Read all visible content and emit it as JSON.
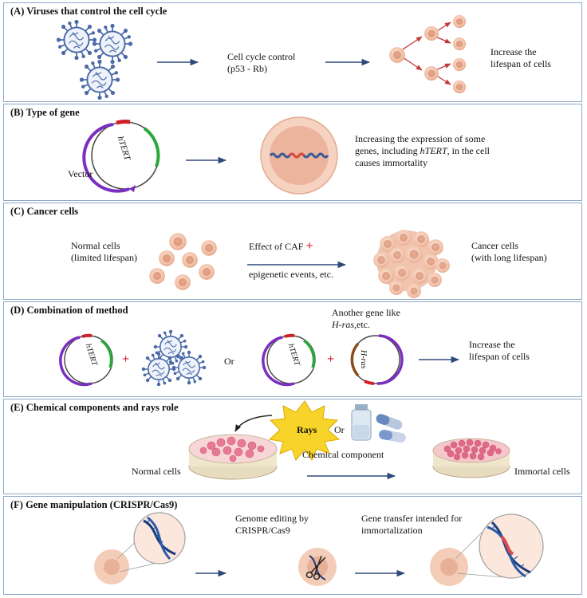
{
  "panels": {
    "a": {
      "title": "(A) Viruses that control the cell cycle",
      "control_line1": "Cell cycle control",
      "control_line2": "(p53 - Rb)",
      "result_line1": "Increase the",
      "result_line2": "lifespan of cells"
    },
    "b": {
      "title": "(B) Type of gene",
      "gene_label": "hTERT",
      "vector_label": "Vector",
      "desc_line1": "Increasing the expression of some",
      "desc_line2_pre": "genes, including ",
      "desc_line2_gene": "hTERT",
      "desc_line2_post": ", in the cell",
      "desc_line3": "causes immortality"
    },
    "c": {
      "title": "(C) Cancer cells",
      "normal_line1": "Normal cells",
      "normal_line2": "(limited lifespan)",
      "effect_label": "Effect of CAF",
      "plus": "+",
      "epigenetic_label": "epigenetic events, etc.",
      "cancer_line1": "Cancer cells",
      "cancer_line2": "(with long lifespan)"
    },
    "d": {
      "title": "(D) Combination of method",
      "gene_label": "hTERT",
      "plus": "+",
      "or_label": "Or",
      "another_line1": "Another gene like",
      "another_gene": "H-ras",
      "another_suffix": ",etc.",
      "hras_label": "H-ras",
      "result_line1": "Increase the",
      "result_line2": "lifespan of cells"
    },
    "e": {
      "title": "(E) Chemical components and rays role",
      "rays_label": "Rays",
      "or_label": "Or",
      "chemical_label": "Chemical component",
      "normal_label": "Normal cells",
      "immortal_label": "Immortal cells"
    },
    "f": {
      "title": "(F) Gene manipulation (CRISPR/Cas9)",
      "editing_line1": "Genome editing by",
      "editing_line2": "CRISPR/Cas9",
      "transfer_line1": "Gene transfer intended for",
      "transfer_line2": "immortalization"
    }
  },
  "colors": {
    "panel_border": "#8fa8c8",
    "virus": "#4a6aa8",
    "cell": "#f2c4ac",
    "arrow": "#2f4a7a",
    "plasmid_purple": "#7a2fc0",
    "plasmid_green": "#28a83a",
    "plasmid_red": "#d0202a",
    "plus_red": "#d9273a"
  }
}
